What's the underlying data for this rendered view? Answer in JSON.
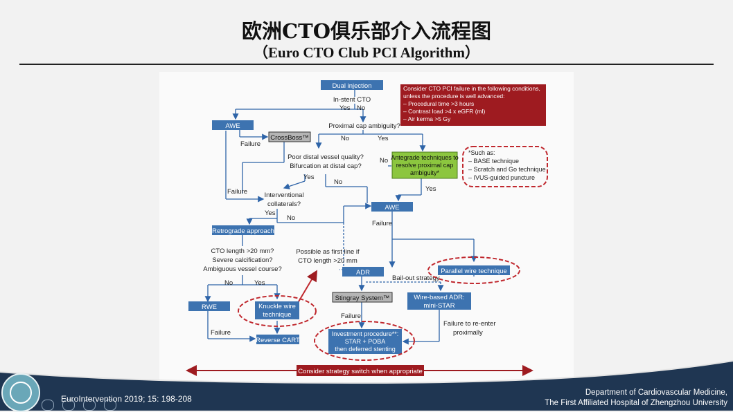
{
  "header": {
    "title_zh": "欧洲CTO俱乐部介入流程图",
    "title_en": "（Euro CTO Club PCI Algorithm）"
  },
  "diagram": {
    "dual_injection": "Dual injection",
    "in_stent_cto": "In-stent CTO",
    "yes": "Yes",
    "no": "No",
    "awe": "AWE",
    "crossboss": "CrossBoss™",
    "failure": "Failure",
    "proximal_cap_ambiguity": "Proximal cap ambiguity?",
    "poor_distal_line1": "Poor distal vessel quality?",
    "poor_distal_line2": "Bifurcation at distal cap?",
    "antegrade_line1": "Antegrade techniques to",
    "antegrade_line2": "resolve proximal cap",
    "antegrade_line3": "ambiguity*",
    "interventional_line1": "Interventional",
    "interventional_line2": "collaterals?",
    "retrograde": "Retrograde approach",
    "cto_length_line1": "CTO length >20 mm?",
    "cto_length_line2": "Severe calcification?",
    "cto_length_line3": "Ambiguous vessel course?",
    "possible_line1": "Possible as first line if",
    "possible_line2": "CTO length >20 mm",
    "adr": "ADR",
    "bailout": "Bail-out strategy",
    "parallel_wire": "Parallel wire technique",
    "stingray": "Stingray System™",
    "wire_adr_line1": "Wire-based ADR:",
    "wire_adr_line2": "mini-STAR",
    "rwe": "RWE",
    "knuckle_line1": "Knuckle wire",
    "knuckle_line2": "technique",
    "reverse_cart": "Reverse CART",
    "failure_reenter_line1": "Failure to re-enter",
    "failure_reenter_line2": "proximally",
    "investment_line1": "Investment procedure**:",
    "investment_line2": "STAR + POBA",
    "investment_line3": "then deferred stenting",
    "consider_switch": "Consider strategy switch when appropriate",
    "failure_box_line1": "Consider CTO PCI failure in the following conditions,",
    "failure_box_line2": "unless the procedure is well advanced:",
    "failure_box_line3": "– Procedural time >3 hours",
    "failure_box_line4": "– Contrast load >4 x eGFR (ml)",
    "failure_box_line5": "– Air kerma >5 Gy",
    "such_as_line1": "*Such as:",
    "such_as_line2": "– BASE technique",
    "such_as_line3": "– Scratch and Go technique",
    "such_as_line4": "– IVUS-guided puncture"
  },
  "footer": {
    "reference": "EuroIntervention 2019; 15: 198-208",
    "dept_line1": "Department of Cardiovascular Medicine,",
    "dept_line2": "The First Affiliated Hospital of Zhengzhou University"
  },
  "colors": {
    "blue_box": "#3d73b0",
    "grey_box": "#b5b5b5",
    "green_box": "#8cc63f",
    "red_box": "#9e1b20",
    "dashed_red": "#c0282e",
    "arrow_blue": "#2e64a8",
    "footer_navy": "#1f3652"
  }
}
